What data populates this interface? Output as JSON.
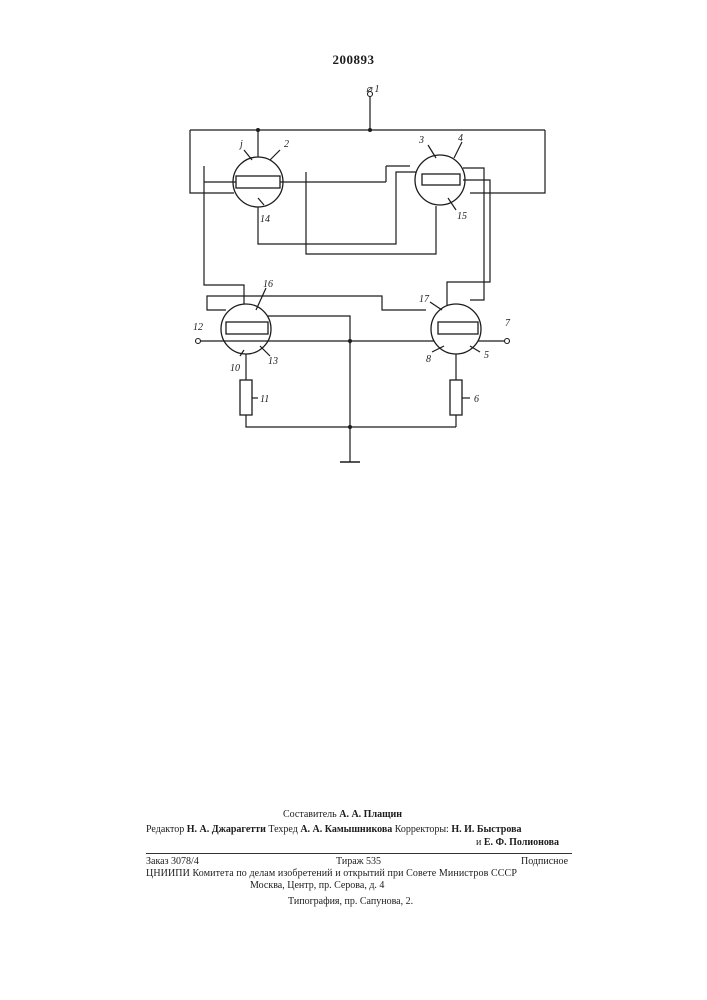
{
  "patent_number": "200893",
  "labels": {
    "l1": "⌀ 1",
    "l2": "2",
    "l3": "3",
    "l4": "4",
    "l5": "5",
    "l6": "6",
    "l7": "7",
    "l8": "8",
    "l10": "10",
    "l11": "11",
    "l12": "12",
    "l13": "13",
    "l14": "14",
    "l15": "15",
    "l16": "16",
    "l17": "17",
    "lj": "j"
  },
  "footer": {
    "compiler_label": "Составитель",
    "compiler_name": "А. А. Плащин",
    "editor_label": "Редактор",
    "editor_name": "Н. А. Джарагетти",
    "techred_label": "Техред",
    "techred_name": "А. А. Камышникова",
    "correctors_label": "Корректоры:",
    "corrector1": "Н. И. Быстрова",
    "corrector2_prefix": "и",
    "corrector2": "Е. Ф. Полионова",
    "order": "Заказ 3078/4",
    "run": "Тираж 535",
    "subscription": "Подписное",
    "institute": "ЦНИИПИ Комитета по делам изобретений и открытий при Совете Министров СССР",
    "address": "Москва, Центр, пр. Серова, д. 4",
    "printing": "Типография, пр. Сапунова, 2."
  }
}
